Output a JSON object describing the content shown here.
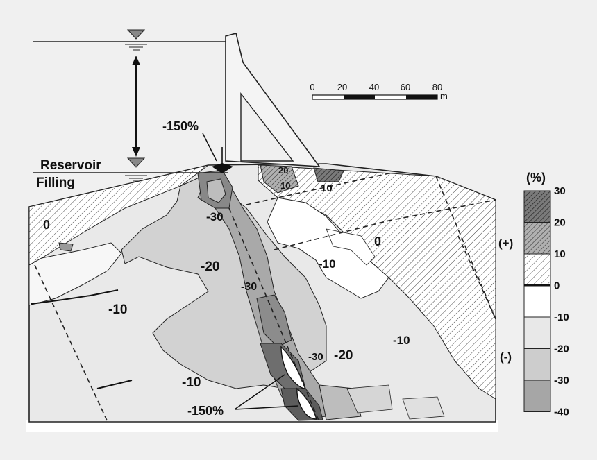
{
  "labels": {
    "reservoir_line1": "Reservoir",
    "reservoir_line2": "Filling",
    "top_pct": "-150%",
    "bottom_pct": "-150%",
    "unit_pct": "(%)",
    "positive": "(+)",
    "negative": "(-)"
  },
  "scale_bar": {
    "ticks": [
      "0",
      "20",
      "40",
      "60",
      "80"
    ],
    "unit": "m"
  },
  "legend": {
    "tick_labels": [
      "30",
      "20",
      "10",
      "0",
      "-10",
      "-20",
      "-30",
      "-40"
    ],
    "bands": [
      {
        "pattern": "hatch-dense",
        "color": "#6a6a6a"
      },
      {
        "pattern": "hatch-medium",
        "color": "#a0a0a0"
      },
      {
        "pattern": "hatch-light",
        "color": "#f4f4f4"
      },
      {
        "pattern": "solid",
        "color": "#ffffff"
      },
      {
        "pattern": "solid",
        "color": "#e8e8e8"
      },
      {
        "pattern": "solid",
        "color": "#cdcdcd"
      },
      {
        "pattern": "solid",
        "color": "#a6a6a6"
      }
    ]
  },
  "contour_labels": {
    "c_20": "20",
    "c_10a": "10",
    "c_10b": "10",
    "c_0a": "0",
    "c_0b": "0",
    "c_m30a": "-30",
    "c_m30b": "-30",
    "c_m30c": "-30",
    "c_m20a": "-20",
    "c_m20b": "-20",
    "c_m10a": "-10",
    "c_m10b": "-10",
    "c_m10c": "-10",
    "c_m10d": "-10"
  }
}
